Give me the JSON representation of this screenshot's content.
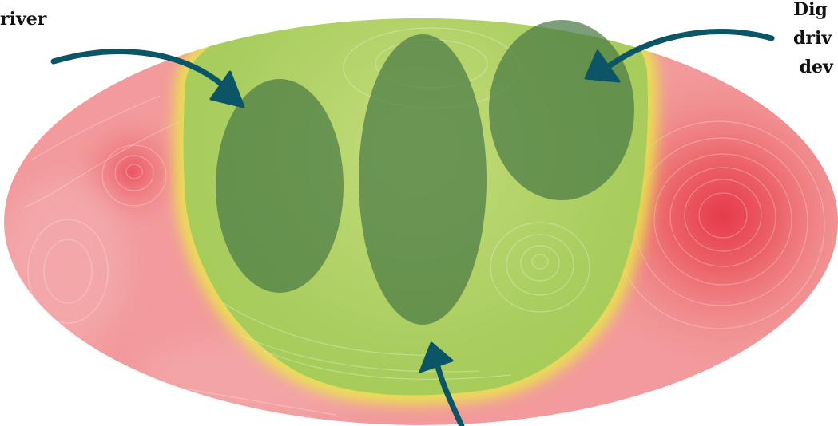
{
  "labels": {
    "left": "river",
    "right": [
      "Dig",
      "driv",
      " dev"
    ]
  },
  "colors": {
    "red_zone": "#f29a9c",
    "red_hot": "#e8404f",
    "green_zone": "#aed063",
    "yellow_rim": "#e8e84a",
    "cluster_fill": "#4a7a45",
    "arrow": "#0b5567"
  },
  "icons": {
    "arrow_left": "curved-arrow-icon",
    "arrow_bottom": "straight-arrow-icon",
    "arrow_right": "curved-arrow-icon"
  }
}
